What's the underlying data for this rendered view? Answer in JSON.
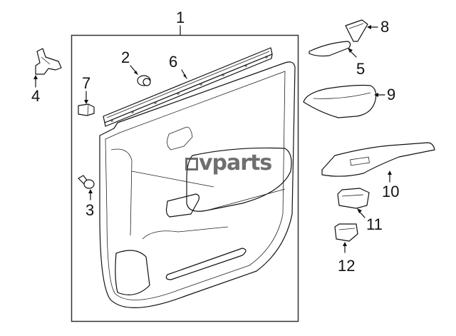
{
  "diagram": {
    "title": "Door interior trim parts diagram",
    "colors": {
      "line": "#111111",
      "background": "#ffffff",
      "watermark": "#464646"
    },
    "watermark": "vparts",
    "callouts": [
      {
        "id": "1",
        "label": "1"
      },
      {
        "id": "2",
        "label": "2"
      },
      {
        "id": "3",
        "label": "3"
      },
      {
        "id": "4",
        "label": "4"
      },
      {
        "id": "5",
        "label": "5"
      },
      {
        "id": "6",
        "label": "6"
      },
      {
        "id": "7",
        "label": "7"
      },
      {
        "id": "8",
        "label": "8"
      },
      {
        "id": "9",
        "label": "9"
      },
      {
        "id": "10",
        "label": "10"
      },
      {
        "id": "11",
        "label": "11"
      },
      {
        "id": "12",
        "label": "12"
      }
    ]
  }
}
